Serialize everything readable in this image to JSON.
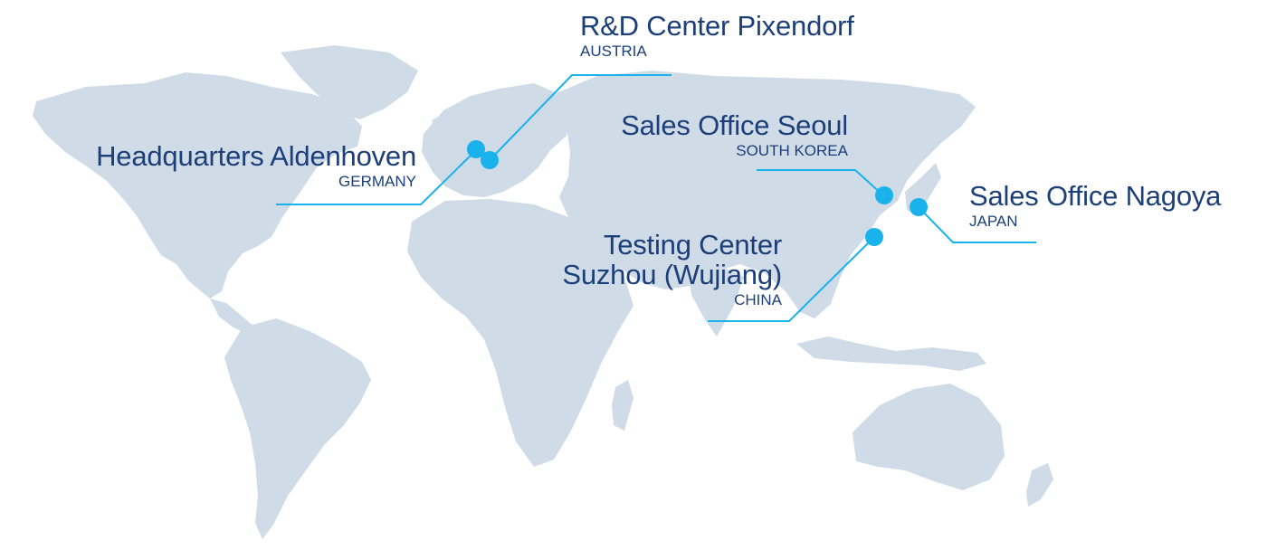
{
  "colors": {
    "land": "#cfdbe7",
    "accent": "#1ab2ec",
    "text": "#1c3f7a"
  },
  "locations": [
    {
      "id": "aldenhoven",
      "title": "Headquarters  Aldenhoven",
      "country": "GERMANY"
    },
    {
      "id": "pixendorf",
      "title": "R&D Center Pixendorf",
      "country": "AUSTRIA"
    },
    {
      "id": "seoul",
      "title": "Sales Office Seoul",
      "country": "SOUTH KOREA"
    },
    {
      "id": "nagoya",
      "title": "Sales Office Nagoya",
      "country": "JAPAN"
    },
    {
      "id": "suzhou",
      "title_lines": [
        "Testing Center",
        "Suzhou (Wujiang)"
      ],
      "country": "CHINA"
    }
  ]
}
